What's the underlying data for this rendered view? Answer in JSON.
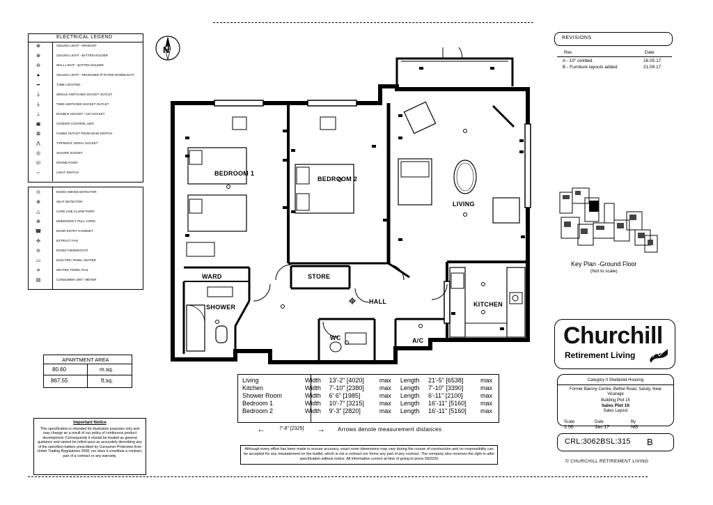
{
  "legend": {
    "title": "ELECTRICAL LEGEND",
    "group1": [
      {
        "icon": "ceiling-light-icon",
        "label": "CEILING LIGHT - PENDANT"
      },
      {
        "icon": "ceiling-light-icon",
        "label": "CEILING LIGHT - BATTEN HOLDER"
      },
      {
        "icon": "wall-light-icon",
        "label": "WALL LIGHT - BATTEN HOLDER"
      },
      {
        "icon": "recessed-light-icon",
        "label": "CEILING LIGHT - RECESSED IP RATED DOWNLIGHT"
      },
      {
        "icon": "tube-light-icon",
        "label": "TUBE LIGHTING"
      },
      {
        "icon": "switched-socket-icon",
        "label": "SINGLE SWITCHED SOCKET OUTLET"
      },
      {
        "icon": "twin-socket-icon",
        "label": "TWIN SWITCHED SOCKET OUTLET"
      },
      {
        "icon": "double-socket-icon",
        "label": "DOUBLE SOCKET / 13A SOCKET"
      },
      {
        "icon": "cooker-icon",
        "label": "COOKER CONTROL UNIT"
      },
      {
        "icon": "fcu-icon",
        "label": "FUSED OUTLET FROM MAIN SWITCH"
      },
      {
        "icon": "aerial-icon",
        "label": "TV/FM/SAT AERIAL SOCKET"
      },
      {
        "icon": "shaver-icon",
        "label": "SHAVER SOCKET"
      },
      {
        "icon": "phone-icon",
        "label": "PHONE POINT"
      },
      {
        "icon": "switch-icon",
        "label": "LIGHT SWITCH"
      }
    ],
    "group2": [
      {
        "icon": "smoke-icon",
        "label": "MAINS SMOKE DETECTOR"
      },
      {
        "icon": "heat-icon",
        "label": "HEAT DETECTOR"
      },
      {
        "icon": "alarm-icon",
        "label": "CARE LINE ALARM POINT"
      },
      {
        "icon": "pull-cord-icon",
        "label": "EMERGENCY PULL CORD"
      },
      {
        "icon": "entry-phone-icon",
        "label": "DOOR ENTRY HANDSET"
      },
      {
        "icon": "fan-icon",
        "label": "EXTRACT FAN"
      },
      {
        "icon": "thermostat-icon",
        "label": "ROOM THERMOSTAT"
      },
      {
        "icon": "radiator-icon",
        "label": "ELECTRIC PANEL HEATER"
      },
      {
        "icon": "towel-rail-icon",
        "label": "HEATED TOWEL RAIL"
      },
      {
        "icon": "meter-icon",
        "label": "CONSUMER UNIT / METER"
      }
    ]
  },
  "revisions": {
    "title": "REVISIONS",
    "col_rev": "Rev",
    "col_date": "Date",
    "rows": [
      {
        "rev": "A - 10\" omitted.",
        "date": "16.05.17"
      },
      {
        "rev": "B - Furniture layouts added.",
        "date": "21.09.17"
      }
    ]
  },
  "key_plan": {
    "title": "Key Plan -Ground Floor",
    "subtitle": "(Not to scale)"
  },
  "rooms": {
    "bedroom1": "BEDROOM 1",
    "bedroom2": "BEDROOM 2",
    "living": "LIVING",
    "ward": "WARD",
    "store": "STORE",
    "hall": "HALL",
    "kitchen": "KITCHEN",
    "shower": "SHOWER",
    "wc": "WC",
    "ac": "A/C"
  },
  "area": {
    "title": "APARTMENT AREA",
    "rows": [
      {
        "value": "80.60",
        "unit": "m.sq."
      },
      {
        "value": "867.55",
        "unit": "ft.sq."
      }
    ]
  },
  "dimensions": {
    "rows": [
      {
        "room": "Living",
        "wl": "Width",
        "w": "13'-2\" [4020]",
        "wm": "max",
        "ll": "Length",
        "l": "21'-5\" [6538]",
        "lm": "max"
      },
      {
        "room": "Kitchen",
        "wl": "Width",
        "w": "7'-10\" [2380]",
        "wm": "max",
        "ll": "Length",
        "l": "7'-10\" [3390]",
        "lm": "max"
      },
      {
        "room": "Shower Room",
        "wl": "Width",
        "w": "6' 6\" [1985]",
        "wm": "max",
        "ll": "Length",
        "l": "6'-11\" [2100]",
        "lm": "max"
      },
      {
        "room": "Bedroom 1",
        "wl": "Width",
        "w": "10'-7\" [3215]",
        "wm": "max",
        "ll": "Length",
        "l": "16'-11\" [5160]",
        "lm": "max"
      },
      {
        "room": "Bedroom 2",
        "wl": "Width",
        "w": "9'-3\" [2820]",
        "wm": "max",
        "ll": "Length",
        "l": "16'-11\" [5160]",
        "lm": "max"
      }
    ],
    "arrow_sample": "7'-8\" [2325]",
    "arrow_note": "Arrows denote measurement distances"
  },
  "disclaimer": "Although every effort has been made to ensure accuracy, exact room dimensions may vary during the course of construction and no responsibility can be accepted for any misstatement on the leaflet, which is not a contract nor forms any part of any contract. The company also reserves the right to alter specification without notice. All information correct at time of going to press 09/2020",
  "important_notice": {
    "title": "Important Notice",
    "body": "This specification is intended for illustrative purposes only and may change as a result of our policy of continuous product development. Consequently it should be treated as general guidance and cannot be relied upon as accurately describing any of the specified matters prescribed by Consumer Protection from Unfair Trading Regulations 2008, nor does it constitute a contract, part of a contract or any warranty."
  },
  "brand": {
    "name": "Churchill",
    "tagline": "Retirement Living",
    "copyright": "© CHURCHILL RETIREMENT LIVING"
  },
  "title_block": {
    "category": "Category II Sheltered Housing",
    "address": "Former Barony Centre, Bethel Road, Sandy, Near Vicarage",
    "plot": "Building Plot 15",
    "sales_plot": "Sales Plot 16",
    "layout": "Sales Layout",
    "scale_lbl": "Scale",
    "date_lbl": "Date",
    "by_lbl": "By",
    "scale": "1:50",
    "date": "Jan 17",
    "by": "NG",
    "drawing_no": "CRL:3062BSL:315",
    "revision": "B"
  }
}
